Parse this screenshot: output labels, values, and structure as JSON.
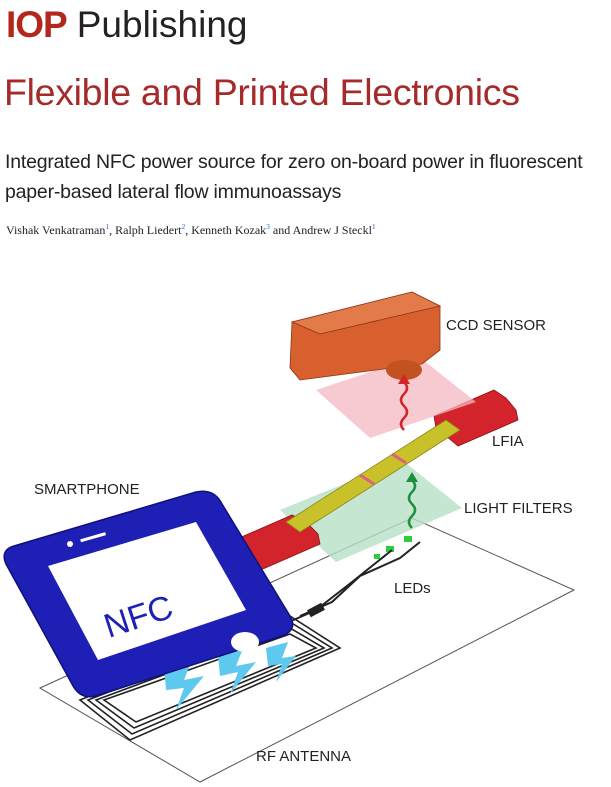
{
  "header": {
    "publisher_brand": "IOP",
    "publisher_name": "Publishing",
    "journal": "Flexible and Printed Electronics"
  },
  "article": {
    "title": "Integrated NFC power source for zero on-board power in fluorescent paper-based lateral flow immunoassays",
    "authors": [
      {
        "name": "Vishak Venkatraman",
        "affil": "1"
      },
      {
        "name": "Ralph Liedert",
        "affil": "2"
      },
      {
        "name": "Kenneth Kozak",
        "affil": "3"
      },
      {
        "name": "Andrew J Steckl",
        "affil": "1"
      }
    ],
    "sep_comma": ", ",
    "sep_and": " and "
  },
  "figure": {
    "labels": {
      "ccd_sensor": "CCD SENSOR",
      "lfia": "LFIA",
      "smartphone": "SMARTPHONE",
      "light_filters": "LIGHT FILTERS",
      "leds": "LEDs",
      "rf_antenna": "RF ANTENNA",
      "nfc": "NFC"
    },
    "colors": {
      "journal": "#a52a2a",
      "brand": "#b3271c",
      "phone": "#1d1fb5",
      "sensor": "#d8602e",
      "strip_red": "#d3232b",
      "strip_yellow": "#c9c12a",
      "pink_filter": "#f4b8c1",
      "green_filter": "#b6e0c6",
      "lightning": "#5ec8ee"
    }
  }
}
